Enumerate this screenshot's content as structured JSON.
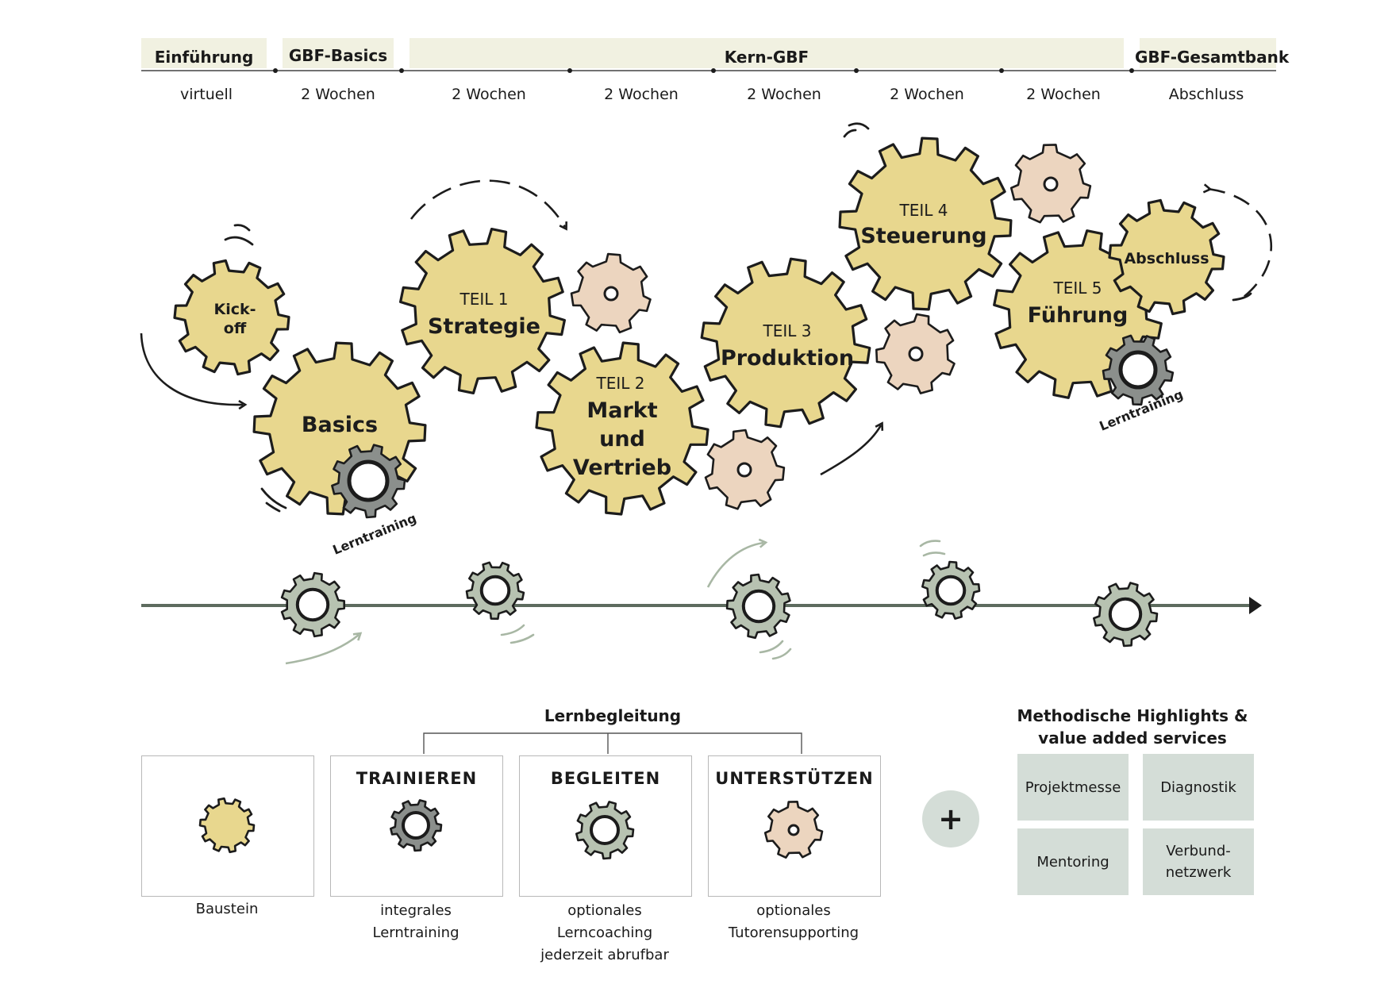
{
  "colors": {
    "baustein": "#e8d78e",
    "trainieren": "#8b8f8c",
    "begleiten": "#b7c2b1",
    "unterstuetzen": "#ecd5bf",
    "outline": "#1c1c1c",
    "phase_bg": "#f1f1e1",
    "tile_bg": "#d4ddd7",
    "timeline": "#5d6b5e"
  },
  "phases": {
    "einfuehrung": "Einführung",
    "basics": "GBF-Basics",
    "kern": "Kern-GBF",
    "gesamtbank": "GBF-Gesamtbank"
  },
  "durations": [
    "virtuell",
    "2 Wochen",
    "2 Wochen",
    "2 Wochen",
    "2 Wochen",
    "2 Wochen",
    "2 Wochen",
    "Abschluss"
  ],
  "gears": {
    "kickoff_line1": "Kick-",
    "kickoff_line2": "off",
    "basics": "Basics",
    "teil1_num": "TEIL 1",
    "teil1_name": "Strategie",
    "teil2_num": "TEIL 2",
    "teil2_line1": "Markt",
    "teil2_line2": "und",
    "teil2_line3": "Vertrieb",
    "teil3_num": "TEIL 3",
    "teil3_name": "Produktion",
    "teil4_num": "TEIL 4",
    "teil4_name": "Steuerung",
    "teil5_num": "TEIL 5",
    "teil5_name": "Führung",
    "abschluss": "Abschluss",
    "lerntraining_1": "Lerntraining",
    "lerntraining_2": "Lerntraining"
  },
  "legend": {
    "lernbegleitung_heading": "Lernbegleitung",
    "baustein_caption": "Baustein",
    "trainieren_title": "TRAINIEREN",
    "trainieren_caption": "integrales\nLerntraining",
    "begleiten_title": "BEGLEITEN",
    "begleiten_caption": "optionales\nLerncoaching\njederzeit abrufbar",
    "unterstuetzen_title": "UNTERSTÜTZEN",
    "unterstuetzen_caption": "optionales\nTutorensupporting",
    "plus": "+",
    "highlights_heading_line1": "Methodische Highlights &",
    "highlights_heading_line2": "value added services",
    "tiles": [
      "Projektmesse",
      "Diagnostik",
      "Mentoring",
      "Verbund-\nnetzwerk"
    ]
  }
}
